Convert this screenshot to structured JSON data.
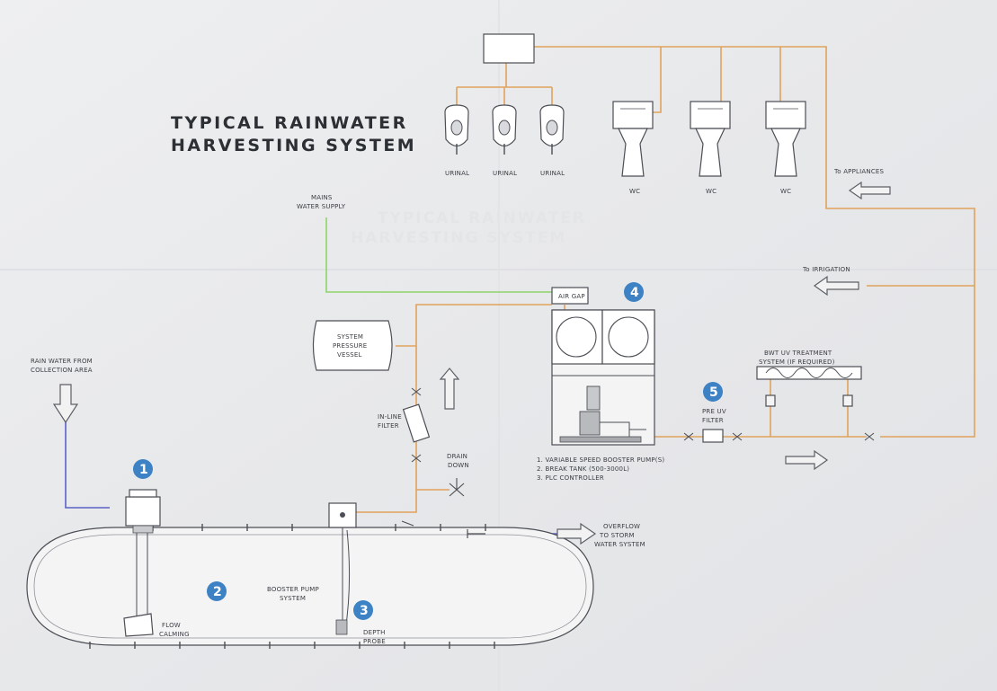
{
  "title": {
    "line1": "TYPICAL RAINWATER",
    "line2": "HARVESTING SYSTEM"
  },
  "ghost_title": {
    "line1": "TYPICAL RAINWATER",
    "line2": "HARVESTING SYSTEM"
  },
  "urinals": [
    "URINAL",
    "URINAL",
    "URINAL"
  ],
  "wcs": [
    "WC",
    "WC",
    "WC"
  ],
  "labels": {
    "to_appliances": "To APPLIANCES",
    "to_irrigation": "To IRRIGATION",
    "mains_line1": "MAINS",
    "mains_line2": "WATER SUPPLY",
    "air_gap": "AIR GAP",
    "vessel_line1": "SYSTEM",
    "vessel_line2": "PRESSURE",
    "vessel_line3": "VESSEL",
    "rain_line1": "RAIN WATER FROM",
    "rain_line2": "COLLECTION AREA",
    "inline_line1": "IN-LINE",
    "inline_line2": "FILTER",
    "drain_line1": "DRAIN",
    "drain_line2": "DOWN",
    "pump_list": [
      "1. VARIABLE SPEED BOOSTER PUMP(S)",
      "2. BREAK TANK (500-3000L)",
      "3. PLC CONTROLLER"
    ],
    "preuv_line1": "PRE UV",
    "preuv_line2": "FILTER",
    "uv_line1": "BWT UV TREATMENT",
    "uv_line2": "SYSTEM (IF REQUIRED)",
    "overflow_line1": "OVERFLOW",
    "overflow_line2": "TO STORM",
    "overflow_line3": "WATER SYSTEM",
    "flow_line1": "FLOW",
    "flow_line2": "CALMING",
    "booster_line1": "BOOSTER PUMP",
    "booster_line2": "SYSTEM",
    "depth_line1": "DEPTH",
    "depth_line2": "PROBE"
  },
  "badges": [
    "1",
    "2",
    "3",
    "4",
    "5"
  ],
  "colors": {
    "background": "#e9eaec",
    "pipe_supply": "#e0a25c",
    "pipe_mains": "#8fd36a",
    "pipe_rain": "#5a61c8",
    "badge": "#3d82c4"
  }
}
